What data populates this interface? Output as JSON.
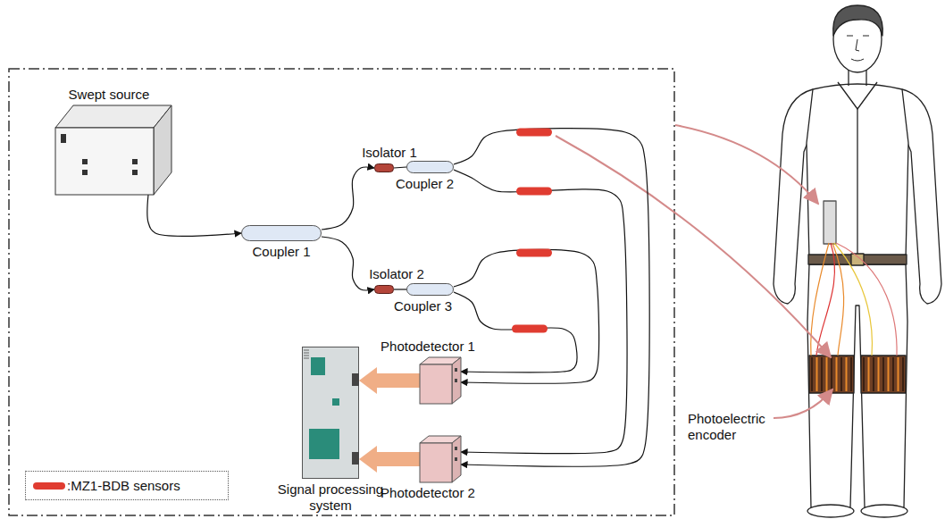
{
  "diagram": {
    "nodes": [
      {
        "text": [
          "Swept source"
        ]
      },
      {
        "text": [
          "Coupler 1"
        ]
      },
      {
        "text": [
          "Isolator 1"
        ]
      },
      {
        "text": [
          "Coupler 2"
        ]
      },
      {
        "text": [
          "Isolator 2"
        ]
      },
      {
        "text": [
          "Coupler 3"
        ]
      },
      {
        "text": [
          "Photodetector 1"
        ]
      },
      {
        "text": [
          "Signal processing system"
        ]
      },
      {
        "text": [
          "Photodetector 2"
        ]
      }
    ],
    "edges": [
      {
        "from": 0,
        "to": 1,
        "arrow": "to"
      },
      {
        "from": 1,
        "to": 2,
        "arrow": "to"
      },
      {
        "from": 1,
        "to": 4,
        "arrow": "to"
      },
      {
        "from": 2,
        "to": 3,
        "arrow": "none"
      },
      {
        "from": 4,
        "to": 5,
        "arrow": "none"
      },
      {
        "from": 3,
        "to": 8,
        "arrow": "to"
      },
      {
        "from": 3,
        "to": 8,
        "arrow": "to"
      },
      {
        "from": 5,
        "to": 6,
        "arrow": "to"
      },
      {
        "from": 5,
        "to": 6,
        "arrow": "to"
      },
      {
        "from": 6,
        "to": 7,
        "arrow": "to"
      },
      {
        "from": 8,
        "to": 7,
        "arrow": "to"
      }
    ],
    "labels": [
      "Photoelectric encoder"
    ],
    "legend": [
      {
        "text": ":MZ1-BDB sensors",
        "color": "#e03c31"
      }
    ]
  }
}
